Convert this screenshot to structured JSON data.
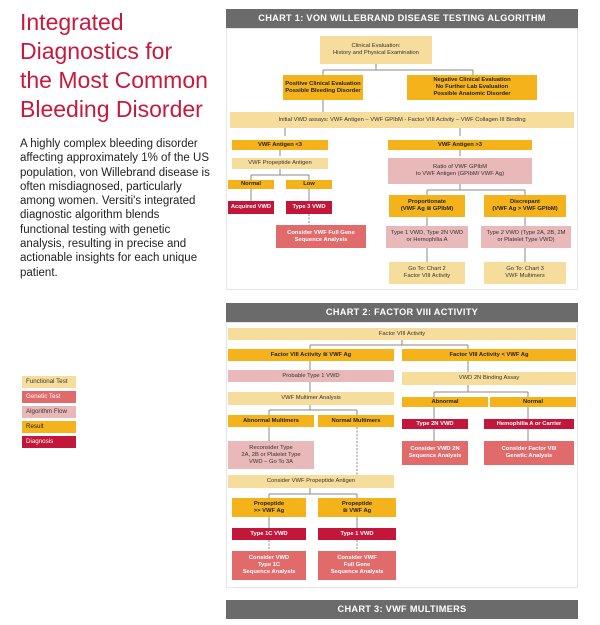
{
  "title": "Integrated Diagnostics for the Most Common Bleeding Disorder",
  "intro": "A highly complex bleeding disorder affecting approximately 1% of the US population, von Willebrand disease is often misdiagnosed, particularly among women. Versiti's integrated diagnostic algorithm blends functional testing with genetic analysis, resulting in precise and actionable insights for each unique patient.",
  "legend": {
    "functional_test": "Functional Test",
    "genetic_test": "Genetic Test",
    "algorithm_flow": "Algorithm Flow",
    "result": "Result",
    "diagnosis": "Diagnosis"
  },
  "colors": {
    "functional": "#f7dd9c",
    "result": "#f4b31a",
    "genetic": "#e16b6b",
    "flow": "#e9b9b9",
    "diagnosis": "#c2163a",
    "header": "#6b6b6b",
    "title": "#c8193c"
  },
  "chart1": {
    "header": "CHART 1:  VON WILLEBRAND DISEASE TESTING ALGORITHM",
    "clinical_eval": "Clinical Evaluation:\nHistory and Physical Examination",
    "positive_eval": "Positive Clinical Evaluation\nPossible Bleeding Disorder",
    "negative_eval": "Negative Clinical Evaluation\nNo Further Lab Evaluation\nPossible Anatomic Disorder",
    "initial_assays": "Initial VWD assays:  VWF Antigen – VWF GPIbM - Factor VIII Activity – VWF Collagen III Binding",
    "antigen_low": "VWF Antigen <3",
    "antigen_high": "VWF Antigen >3",
    "propeptide_antigen": "VWF Propeptide Antigen",
    "normal": "Normal",
    "low": "Low",
    "acquired_vwd": "Acquired VWD",
    "type3_vwd": "Type 3 VWD",
    "consider_full_gene": "Consider VWF Full Gene\nSequence Analysis",
    "ratio": "Ratio of VWF GPIbM\nto VWF Antigen (GPIbM/ VWF Ag)",
    "proportionate": "Proportionate\n(VWF Ag ≅ GPIbM)",
    "discrepant": "Discrepant\n(VWF Ag > VWF GPIbM)",
    "type1_2n_hemophilia": "Type 1 VWD, Type 2N VWD\nor Hemophilia A",
    "type2_vwd": "Type 2 VWD (Type 2A, 2B, 2M\nor Platelet Type VWD)",
    "goto_chart2": "Go To: Chart 2\nFactor VIII Activity",
    "goto_chart3": "Go To: Chart 3\nVWF Multimers"
  },
  "chart2": {
    "header": "CHART 2:  FACTOR VIII ACTIVITY",
    "factor_viii": "Factor VIII Activity",
    "fviii_eq": "Factor VIII Activity ≅ VWF Ag",
    "fviii_lt": "Factor VIII Activity < VWF Ag",
    "probable_type1": "Probable Type 1 VWD",
    "binding_assay": "VWD 2N Binding Assay",
    "multimer_analysis": "VWF Multimer Analysis",
    "abnormal": "Abnormal",
    "normal": "Normal",
    "abnormal_multimers": "Abnormal Multimers",
    "normal_multimers": "Normal Multimers",
    "type2n_vwd": "Type 2N VWD",
    "hemophilia_carrier": "Hemophilia A or Carrier",
    "reconsider": "Reconsider Type\n2A, 2B or Platelet Type\nVWD – Go To 3A",
    "consider_2n_seq": "Consider VWD 2N\nSequence Analysis",
    "consider_fviii_genetic": "Consider Factor VIII\nGenetic Analysis",
    "propeptide_antigen": "Consider VWF Propeptide Antigen",
    "propeptide_gt": "Propeptide\n>> VWF Ag",
    "propeptide_eq": "Propeptide\n≅ VWF Ag",
    "type1c_vwd": "Type 1C VWD",
    "type1_vwd": "Type 1 VWD",
    "consider_1c_seq": "Consider VWD\nType 1C\nSequence Analysis",
    "consider_full_gene": "Consider VWF\nFull Gene\nSequence Analysis"
  },
  "chart3": {
    "header": "CHART 3:  VWF MULTIMERS"
  }
}
